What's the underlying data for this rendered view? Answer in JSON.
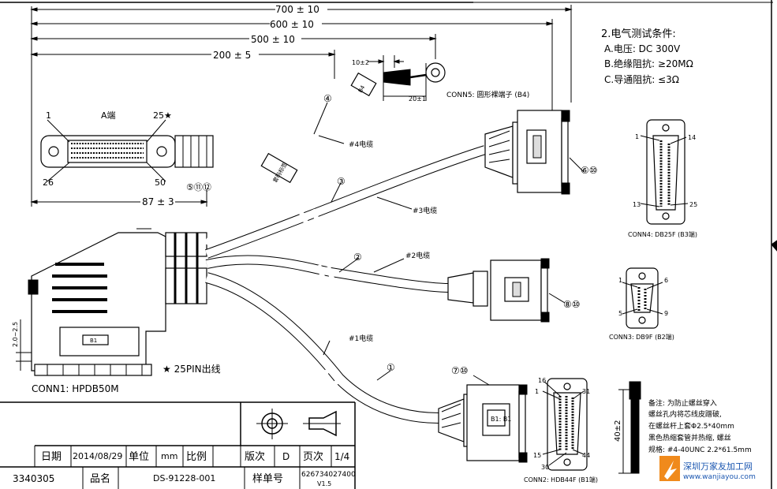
{
  "dimensions": {
    "d700": "700 ± 10",
    "d600": "600 ± 10",
    "d500": "500 ± 10",
    "d200": "200 ± 5",
    "d87": "87 ± 3",
    "d10": "10±2",
    "d20": "20±1",
    "d40": "40±2",
    "d2": "2.0~2.5"
  },
  "test_conditions": {
    "title": "2.电气测试条件:",
    "voltage": "A.电压: DC 300V",
    "insulation": "B.绝缘阻抗: ≥20MΩ",
    "conduction": "C.导通阻抗: ≤3Ω"
  },
  "connectors": {
    "a_end": "A端",
    "a_pin1": "1",
    "a_pin25": "25★",
    "a_pin26": "26",
    "a_pin50": "50",
    "a_group": "⑤⑪⑫",
    "conn1": "CONN1: HPDB50M",
    "pin25_note": "★ 25PIN出线",
    "conn2": "CONN2: HDB44F (B1端)",
    "conn2_p16": "16",
    "conn2_p1": "1",
    "conn2_p31": "31",
    "conn2_p15": "15",
    "conn2_p30": "30",
    "conn2_p44": "44",
    "conn2_label": "B1: B1",
    "conn2_group": "⑦⑩",
    "conn3": "CONN3: DB9F (B2端)",
    "conn3_p1": "1",
    "conn3_p6": "6",
    "conn3_p5": "5",
    "conn3_p9": "9",
    "conn3_group": "⑧⑩",
    "conn4": "CONN4: DB25F (B3端)",
    "conn4_p1": "1",
    "conn4_p14": "14",
    "conn4_p13": "13",
    "conn4_p25": "25",
    "conn4_group": "⑥⑩",
    "conn5": "CONN5: 圆形裸端子 (B4)",
    "b1_tag": "B1",
    "b4_tag": "B4"
  },
  "cables": {
    "c1_num": "①",
    "c1": "#1电缆",
    "c2_num": "②",
    "c2": "#2电缆",
    "c3_num": "③",
    "c3": "#3电缆",
    "c4_num": "④",
    "c4": "#4电缆",
    "marker_tube": "套码标签"
  },
  "note": {
    "l1": "备注: 为防止螺丝穿入",
    "l2": "螺丝孔内将芯线皮蹭破,",
    "l3": "在螺丝杆上套Φ2.5*40mm",
    "l4": "黑色热缩套管并热缩, 螺丝",
    "l5": "规格: #4-40UNC 2.2*61.5mm"
  },
  "title_block": {
    "date_label": "日期",
    "date_value": "2014/08/29",
    "unit_label": "单位",
    "unit_value": "mm",
    "scale_label": "比例",
    "rev_label": "版次",
    "rev_value": "D",
    "page_label": "页次",
    "page_value": "1/4",
    "code": "3340305",
    "name_label": "品名",
    "name_value": "DS-91228-001",
    "sample_label": "样单号",
    "sample_value": "626734027400",
    "version": "V1.5"
  },
  "watermark": {
    "company": "深圳万家友加工网",
    "url": "www.wanjiayou.com"
  }
}
